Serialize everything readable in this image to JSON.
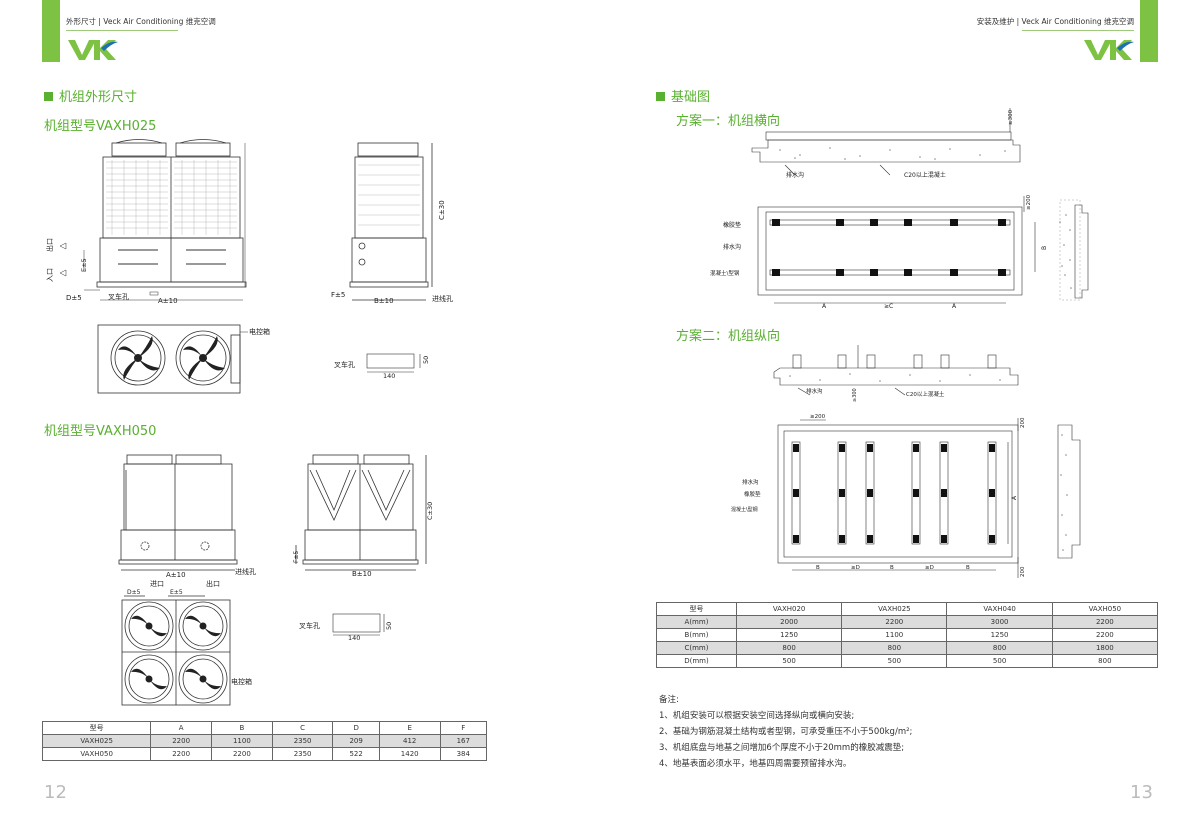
{
  "left_page": {
    "header": "外形尺寸 | Veck Air Conditioning 维克空调",
    "logo": "VK",
    "section_title": "机组外形尺寸",
    "model_025_title": "机组型号VAXH025",
    "model_050_title": "机组型号VAXH050",
    "labels": {
      "outlet": "出口",
      "inlet": "入口",
      "e_tol": "E±5",
      "d_tol": "D±5",
      "a_tol": "A±10",
      "b_tol": "B±10",
      "c_tol": "C±30",
      "f_tol": "F±5",
      "fork_hole": "叉车孔",
      "cable_hole": "进线孔",
      "control_box": "电控箱",
      "inlet2": "进口",
      "outlet2": "出口",
      "dim_140": "140",
      "dim_50": "50"
    },
    "table": {
      "headers": [
        "型号",
        "A",
        "B",
        "C",
        "D",
        "E",
        "F"
      ],
      "rows": [
        [
          "VAXH025",
          "2200",
          "1100",
          "2350",
          "209",
          "412",
          "167"
        ],
        [
          "VAXH050",
          "2200",
          "2200",
          "2350",
          "522",
          "1420",
          "384"
        ]
      ]
    },
    "page_number": "12"
  },
  "right_page": {
    "header": "安装及维护 | Veck Air Conditioning 维克空调",
    "logo": "VK",
    "section_title": "基础图",
    "plan1_title": "方案一：机组横向",
    "plan2_title": "方案二：机组纵向",
    "labels": {
      "drain": "排水沟",
      "concrete": "C20以上混凝土",
      "rubber": "橡胶垫",
      "steel": "混凝土\\型钢",
      "ge300": "≥300",
      "ge200": "≥200",
      "ge_c": "≥C",
      "ge_d": "≥D",
      "dim_200": "200",
      "a": "A",
      "b": "B"
    },
    "table": {
      "headers": [
        "型号",
        "VAXH020",
        "VAXH025",
        "VAXH040",
        "VAXH050"
      ],
      "rows": [
        [
          "A(mm)",
          "2000",
          "2200",
          "3000",
          "2200"
        ],
        [
          "B(mm)",
          "1250",
          "1100",
          "1250",
          "2200"
        ],
        [
          "C(mm)",
          "800",
          "800",
          "800",
          "1800"
        ],
        [
          "D(mm)",
          "500",
          "500",
          "500",
          "800"
        ]
      ]
    },
    "notes_title": "备注:",
    "notes": [
      "1、机组安装可以根据安装空间选择纵向或横向安装;",
      "2、基础为钢筋混凝土结构或者型钢，可承受重压不小于500kg/m²;",
      "3、机组底盘与地基之间增加6个厚度不小于20mm的橡胶减震垫;",
      "4、地基表面必须水平，地基四周需要预留排水沟。"
    ],
    "page_number": "13"
  },
  "colors": {
    "accent": "#7dc242",
    "title_green": "#5ab030",
    "logo_blue": "#1f6fb5"
  }
}
